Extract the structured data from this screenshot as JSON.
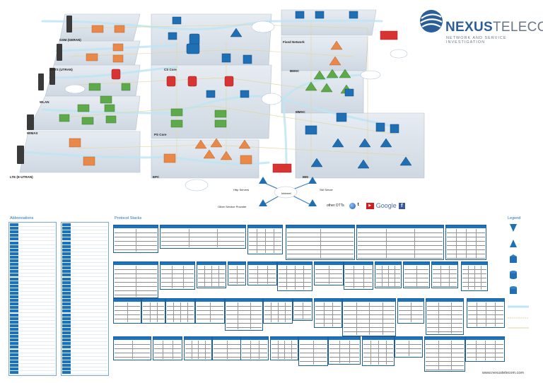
{
  "brand": {
    "name_a": "NEXUS",
    "name_b": "TELECOM",
    "tagline": "NETWORK AND SERVICE INVESTIGATION",
    "colors": {
      "primary": "#2b5d99",
      "secondary": "#6b7785"
    }
  },
  "diagram": {
    "domains": {
      "gsm": "GSM (GERAN)",
      "umts": "UMTS (UTRAN)",
      "wlan": "WLAN",
      "wimax": "WIMAX",
      "lte": "LTE (E-UTRAN)",
      "cs_core": "CS Core",
      "ps_core": "PS Core",
      "epc": "EPC",
      "ims": "IMS",
      "fixed": "Fixed Network",
      "bmsc": "BMSC",
      "mmsc": "MMSC"
    },
    "nodes": {
      "internet": "Internet",
      "http_servers": "Http Servers",
      "other_provider": "Other Service Provider",
      "sms_server": "SM Server",
      "other_otts": "other OTTs"
    }
  },
  "sections": {
    "abbreviations": "Abbreviations",
    "protocol_stacks": "Protocol Stacks",
    "legend": "Legend"
  },
  "footer": {
    "url": "www.nexustelecom.com"
  },
  "social": {
    "google": "Google",
    "facebook": "f"
  },
  "colors": {
    "accent_blue": "#1d72bd",
    "node_orange": "#e8894a",
    "node_green": "#5ea94a",
    "node_red": "#d83434",
    "panel": "#dde4ec",
    "link_cyan": "#b6e3f2"
  }
}
